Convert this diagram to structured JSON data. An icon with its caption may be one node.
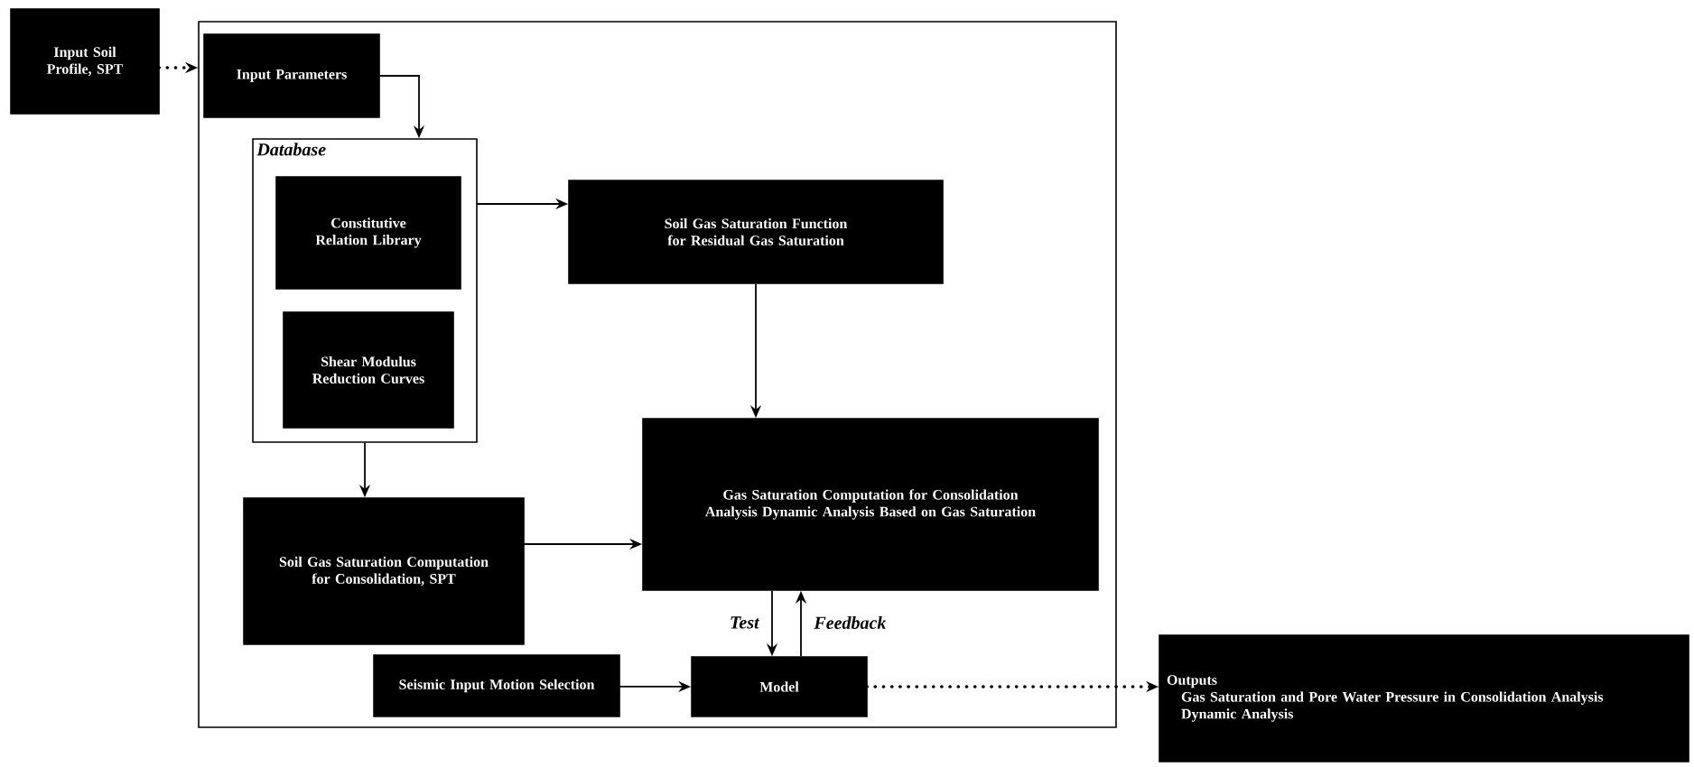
{
  "diagram": {
    "nodes": [
      {
        "text": [
          "Input Soil Profile, SPT"
        ]
      },
      {
        "text": [],
        "shape": "box"
      },
      {
        "text": [
          "Input Parameters"
        ],
        "in": 1
      },
      {
        "text": [
          "Database"
        ],
        "in": 1
      },
      {
        "text": [
          "Constitutive Relation Library"
        ],
        "in": 3
      },
      {
        "text": [
          "Shear Modulus Reduction Curves"
        ],
        "in": 3
      },
      {
        "text": [
          "Soil Gas Saturation Function for Residual Gas Saturation"
        ],
        "in": 1
      },
      {
        "text": [
          "Gas Saturation Computation for Consolidation Analysis Dynamic Analysis Based on Gas Saturation"
        ],
        "in": 1
      },
      {
        "text": [
          "Soil Gas Saturation Computation for Consolidation, SPT"
        ],
        "in": 1
      },
      {
        "text": [
          "Seismic Input Motion Selection"
        ],
        "in": 1
      },
      {
        "text": [
          "Model"
        ],
        "in": 1
      },
      {
        "text": [
          "Outputs",
          "Gas Saturation and Pore Water Pressure in Consolidation Analysis",
          "Dynamic Analysis"
        ]
      }
    ],
    "edges": [
      {
        "from": 0,
        "to": 1,
        "arrow": "to",
        "style": "dashed"
      },
      {
        "from": 2,
        "to": 3,
        "arrow": "to"
      },
      {
        "from": 3,
        "to": 6,
        "arrow": "to"
      },
      {
        "from": 6,
        "to": 7,
        "arrow": "to"
      },
      {
        "from": 3,
        "to": 8,
        "arrow": "to"
      },
      {
        "from": 8,
        "to": 7,
        "arrow": "to"
      },
      {
        "from": 9,
        "to": 10,
        "arrow": "to"
      },
      {
        "from": 7,
        "to": 10,
        "arrow": "to",
        "label": "Test"
      },
      {
        "from": 10,
        "to": 7,
        "arrow": "to",
        "label": "Feedback"
      },
      {
        "from": 10,
        "to": 11,
        "arrow": "to",
        "style": "dashed"
      }
    ]
  }
}
